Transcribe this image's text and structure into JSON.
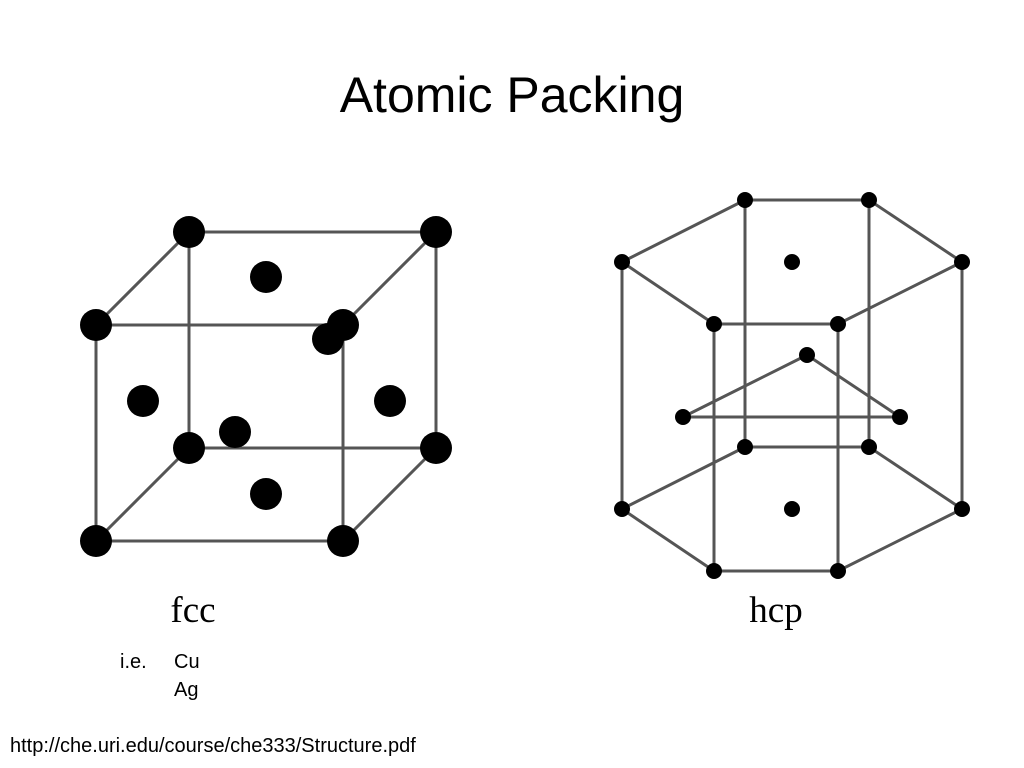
{
  "slide": {
    "title": "Atomic Packing",
    "source_url": "http://che.uri.edu/course/che333/Structure.pdf"
  },
  "structures": {
    "fcc": {
      "label": "fcc",
      "examples_prefix": "i.e.",
      "examples": [
        "Cu",
        "Ag"
      ]
    },
    "hcp": {
      "label": "hcp"
    }
  },
  "colors": {
    "edge": "#555555",
    "atom": "#000000",
    "background": "#ffffff"
  }
}
